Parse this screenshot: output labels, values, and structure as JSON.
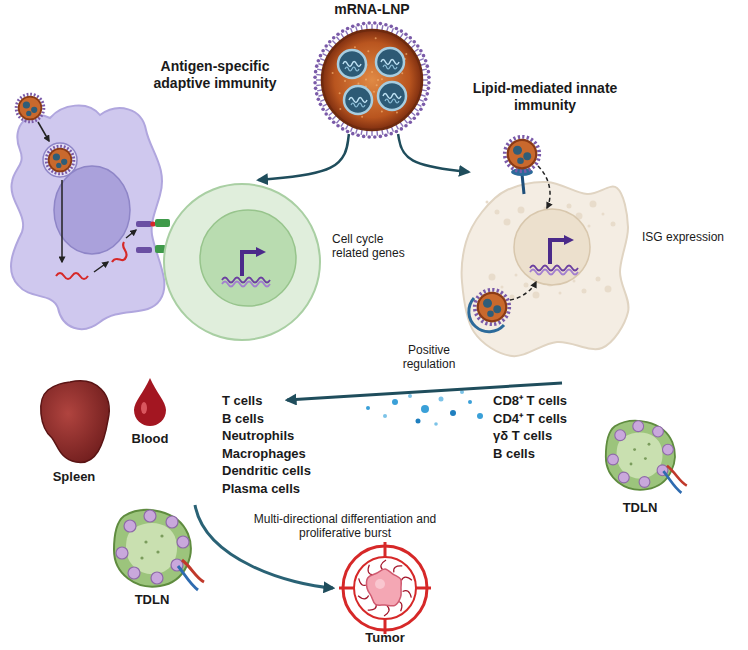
{
  "diagram": {
    "nodes": [
      {
        "text": [
          "mRNA-LNP"
        ]
      },
      {
        "text": [
          "Cell cycle related genes"
        ]
      },
      {
        "text": [
          "ISG expression"
        ]
      },
      {
        "text": [
          "Tumor"
        ]
      }
    ],
    "edges": [
      {
        "from": 0,
        "to": 1,
        "arrow": "to"
      },
      {
        "from": 0,
        "to": 2,
        "arrow": "to"
      }
    ],
    "labels": [
      "Antigen-specific adaptive immunity",
      "Lipid-mediated innate immunity",
      "Positive regulation",
      "T cells",
      "B cells",
      "Neutrophils",
      "Macrophages",
      "Dendritic cells",
      "Plasma cells",
      "CD8⁺ T cells",
      "CD4⁺ T cells",
      "γδ T cells",
      "B cells",
      "Spleen",
      "Blood",
      "TDLN",
      "Multi-directional differentiation and proliferative burst",
      "TDLN"
    ]
  }
}
